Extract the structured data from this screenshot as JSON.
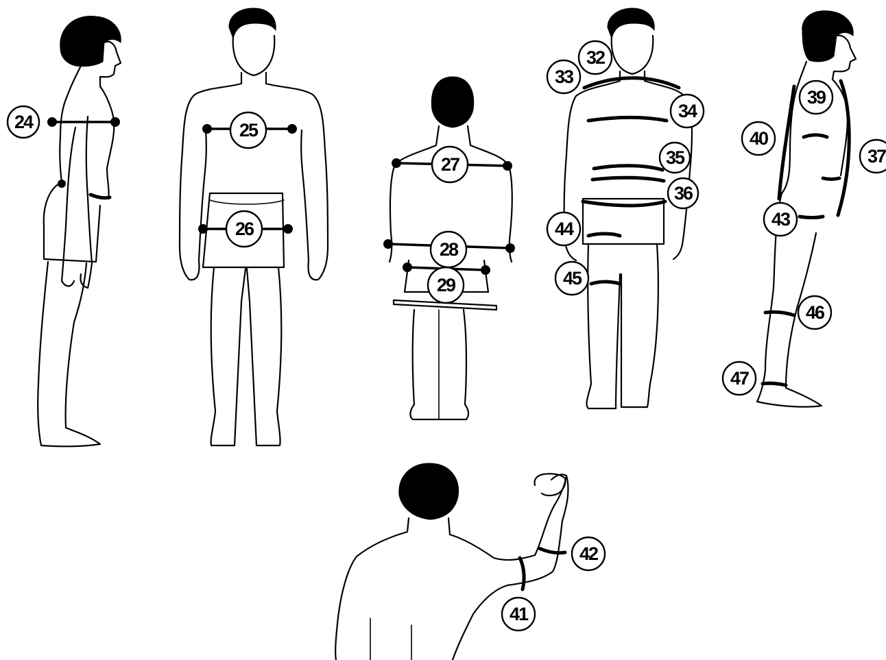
{
  "colors": {
    "ink": "#000000",
    "paper": "#ffffff"
  },
  "markers": {
    "m24": "24",
    "m25": "25",
    "m26": "26",
    "m27": "27",
    "m28": "28",
    "m29": "29",
    "m32": "32",
    "m33": "33",
    "m34": "34",
    "m35": "35",
    "m36": "36",
    "m37": "37",
    "m39": "39",
    "m40": "40",
    "m41": "41",
    "m42": "42",
    "m43": "43",
    "m44": "44",
    "m45": "45",
    "m46": "46",
    "m47": "47"
  }
}
